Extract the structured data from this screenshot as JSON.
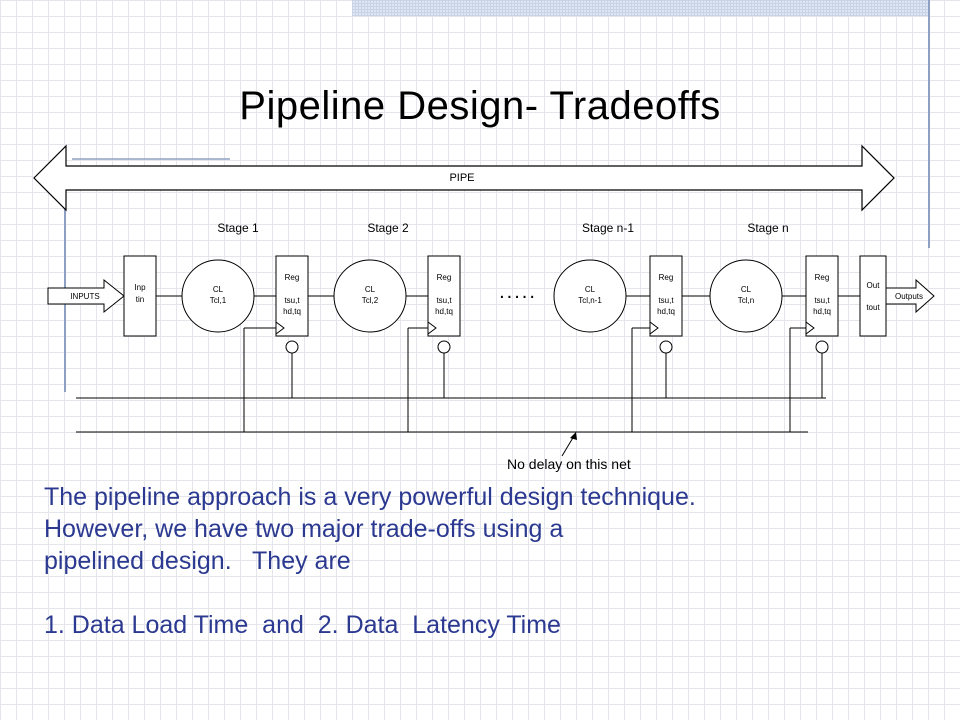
{
  "slide": {
    "title": "Pipeline Design- Tradeoffs"
  },
  "diagram": {
    "pipe_label": "PIPE",
    "stages": [
      "Stage 1",
      "Stage 2",
      "Stage n-1",
      "Stage n"
    ],
    "inputs_label": "INPUTS",
    "outputs_label": "Outputs",
    "input_block": {
      "line1": "Inp",
      "line2": "tin"
    },
    "output_block": {
      "line1": "Out",
      "line2": "tout"
    },
    "cl_blocks": [
      {
        "line1": "CL",
        "line2": "Tcl,1"
      },
      {
        "line1": "CL",
        "line2": "Tcl,2"
      },
      {
        "line1": "CL",
        "line2": "Tcl,n-1"
      },
      {
        "line1": "CL",
        "line2": "Tcl,n"
      }
    ],
    "reg": {
      "name": "Reg",
      "line2": "tsu,t",
      "line3": "hd,tq"
    },
    "dots": ".....",
    "note": "No delay on this net"
  },
  "text": {
    "line1": "The pipeline approach is a very powerful design technique.",
    "line2": "However, we have two major trade-offs using a",
    "line3": "pipelined design.   They are",
    "line4": "1. Data Load Time  and  2. Data  Latency Time"
  },
  "colors": {
    "body_text": "#2b3990",
    "rule": "#8da0c4"
  }
}
